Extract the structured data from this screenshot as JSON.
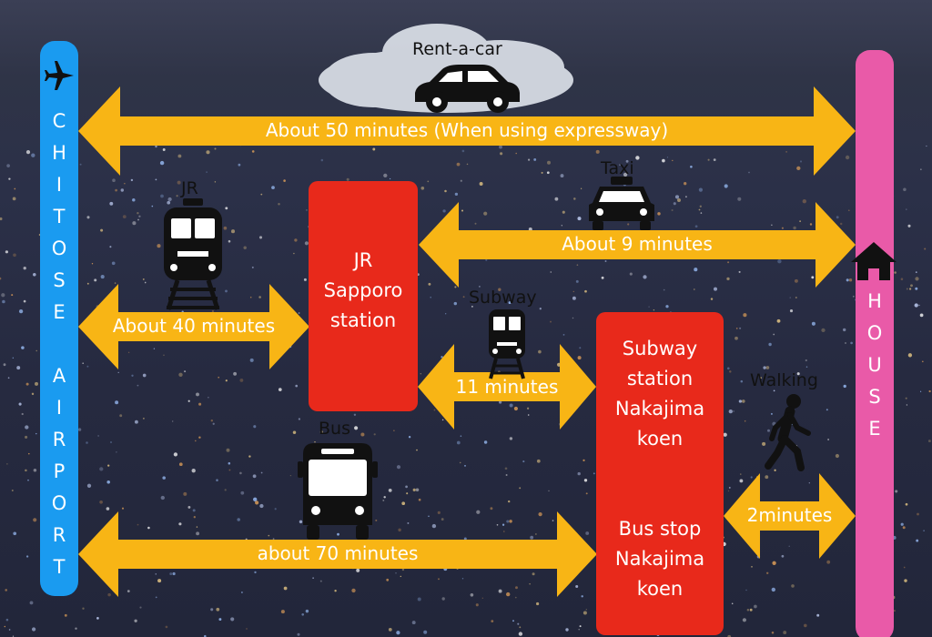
{
  "left_bar": {
    "letters": [
      "C",
      "H",
      "I",
      "T",
      "O",
      "S",
      "E",
      " ",
      "A",
      "I",
      "R",
      "P",
      "O",
      "R",
      "T"
    ],
    "color": "#1a9bf0"
  },
  "right_bar": {
    "letters": [
      "H",
      "O",
      "U",
      "S",
      "E"
    ],
    "color": "#e95aa8"
  },
  "arrow_color": "#f8b515",
  "box_color": "#e8291b",
  "routes": {
    "rentacar": {
      "mode": "Rent-a-car",
      "time": "About 50 minutes (When using expressway)"
    },
    "taxi": {
      "mode": "Taxi",
      "time": "About 9 minutes"
    },
    "jr": {
      "mode": "JR",
      "time": "About 40 minutes"
    },
    "subway": {
      "mode": "Subway",
      "time": "11 minutes"
    },
    "bus": {
      "mode": "Bus",
      "time": "about 70 minutes"
    },
    "walking": {
      "mode": "Walking",
      "time": "2minutes"
    }
  },
  "boxes": {
    "jr_station": [
      "JR",
      "Sapporo",
      "station"
    ],
    "nakajima": [
      "Subway",
      "station",
      "Nakajima",
      "koen",
      "",
      "Bus stop",
      "Nakajima",
      "koen"
    ]
  },
  "icons": [
    "airplane-icon",
    "car-icon",
    "taxi-icon",
    "train-icon",
    "subway-icon",
    "bus-icon",
    "walking-person-icon",
    "house-icon"
  ]
}
